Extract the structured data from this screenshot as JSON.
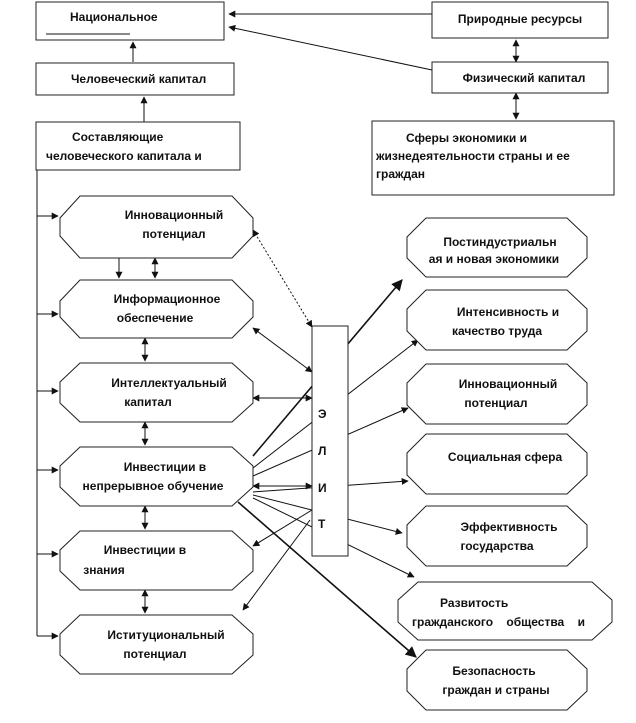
{
  "top_boxes": {
    "national": "Национальное",
    "natural_resources": "Природные ресурсы",
    "human_capital": "Человеческий капитал",
    "physical_capital": "Физический капитал",
    "components": [
      "Составляющие",
      "человеческого капитала и"
    ],
    "spheres": [
      "Сферы экономики и",
      "жизнедеятельности страны и ее",
      "граждан"
    ]
  },
  "left_nodes": {
    "innovation": [
      "Инновационный",
      "потенциал"
    ],
    "information": [
      "Информационное",
      "обеспечение"
    ],
    "intellectual": [
      "Интеллектуальный",
      "капитал"
    ],
    "investment_education": [
      "Инвестиции в",
      "непрерывное обучение"
    ],
    "investment_knowledge": [
      "Инвестиции в",
      "знания"
    ],
    "institutional": [
      "Иституциональный",
      "потенциал"
    ]
  },
  "center_box": {
    "letters": [
      "Э",
      "Л",
      "И",
      "Т"
    ]
  },
  "right_nodes": {
    "postindustrial": [
      "Постиндустриальн",
      "ая и новая экономики"
    ],
    "labor": [
      "Интенсивность и",
      "качество труда"
    ],
    "innovation_right": [
      "Инновационный",
      "потенциал"
    ],
    "social": [
      "Социальная сфера"
    ],
    "state": [
      "Эффективность",
      "государства"
    ],
    "civil": [
      "Развитость",
      "гражданского    общества    и"
    ],
    "security": [
      "Безопасность",
      "граждан и страны"
    ]
  },
  "colors": {
    "line": "#111111",
    "box_border": "#222222",
    "background": "#ffffff"
  }
}
